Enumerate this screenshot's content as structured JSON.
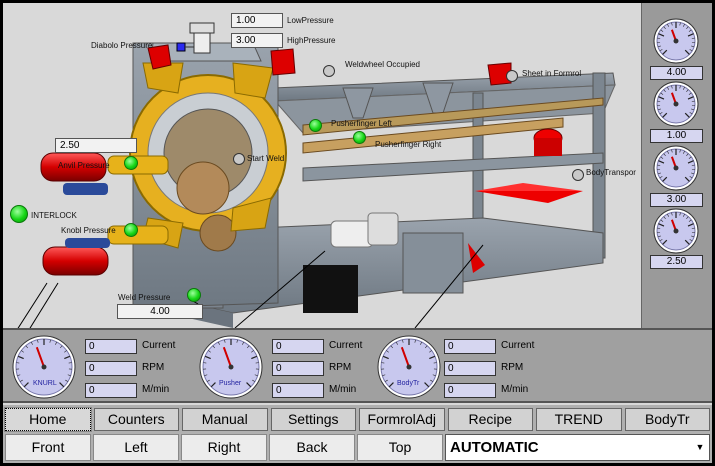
{
  "scene": {
    "low_pressure_value": "1.00",
    "low_pressure_label": "LowPressure",
    "high_pressure_value": "3.00",
    "high_pressure_label": "HighPressure",
    "diabolo_label": "Diabolo Pressure",
    "weldwheel_label": "Weldwheel Occupied",
    "sheet_label": "Sheet in Formrol",
    "pusher_left_label": "Pusherfinger Left",
    "pusher_right_label": "Pusherfinger Right",
    "start_weld_label": "Start Weld",
    "body_transport_label": "BodyTranspor",
    "interlock_label": "INTERLOCK",
    "anvil_value": "2.50",
    "anvil_label": "Anvil Pressure",
    "knobl_label": "Knobl Pressure",
    "weld_pressure_label": "Weld Pressure",
    "weld_pressure_value": "4.00"
  },
  "right_gauges": [
    {
      "value": "4.00"
    },
    {
      "value": "1.00"
    },
    {
      "value": "3.00"
    },
    {
      "value": "2.50"
    }
  ],
  "motors": [
    {
      "gauge_label": "KNURL",
      "current": "0",
      "rpm": "0",
      "speed": "0"
    },
    {
      "gauge_label": "Pusher",
      "current": "0",
      "rpm": "0",
      "speed": "0"
    },
    {
      "gauge_label": "BodyTr",
      "current": "0",
      "rpm": "0",
      "speed": "0"
    }
  ],
  "motor_labels": {
    "current": "Current",
    "rpm": "RPM",
    "speed": "M/min"
  },
  "nav_top": [
    "Home",
    "Counters",
    "Manual",
    "Settings",
    "FormrolAdj",
    "Recipe",
    "TREND",
    "BodyTr"
  ],
  "nav_bottom": [
    "Front",
    "Left",
    "Right",
    "Back",
    "Top"
  ],
  "mode": {
    "value": "AUTOMATIC"
  },
  "colors": {
    "led_on": "#16d616",
    "value_box": "#d6d6f0",
    "gauge_face": "#c8c8ee"
  }
}
